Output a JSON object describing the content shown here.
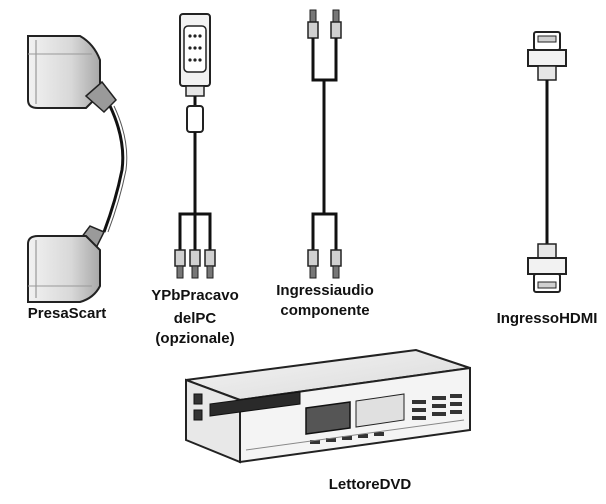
{
  "labels": {
    "scart": "PresaScart",
    "ypbpr_line1": "YPbPracavo",
    "ypbpr_line2": "delPC",
    "ypbpr_line3": "(opzionale)",
    "audio_line1": "Ingressiaudio",
    "audio_line2": "componente",
    "hdmi": "IngressoHDMI",
    "dvd": "LettoreDVD"
  }
}
